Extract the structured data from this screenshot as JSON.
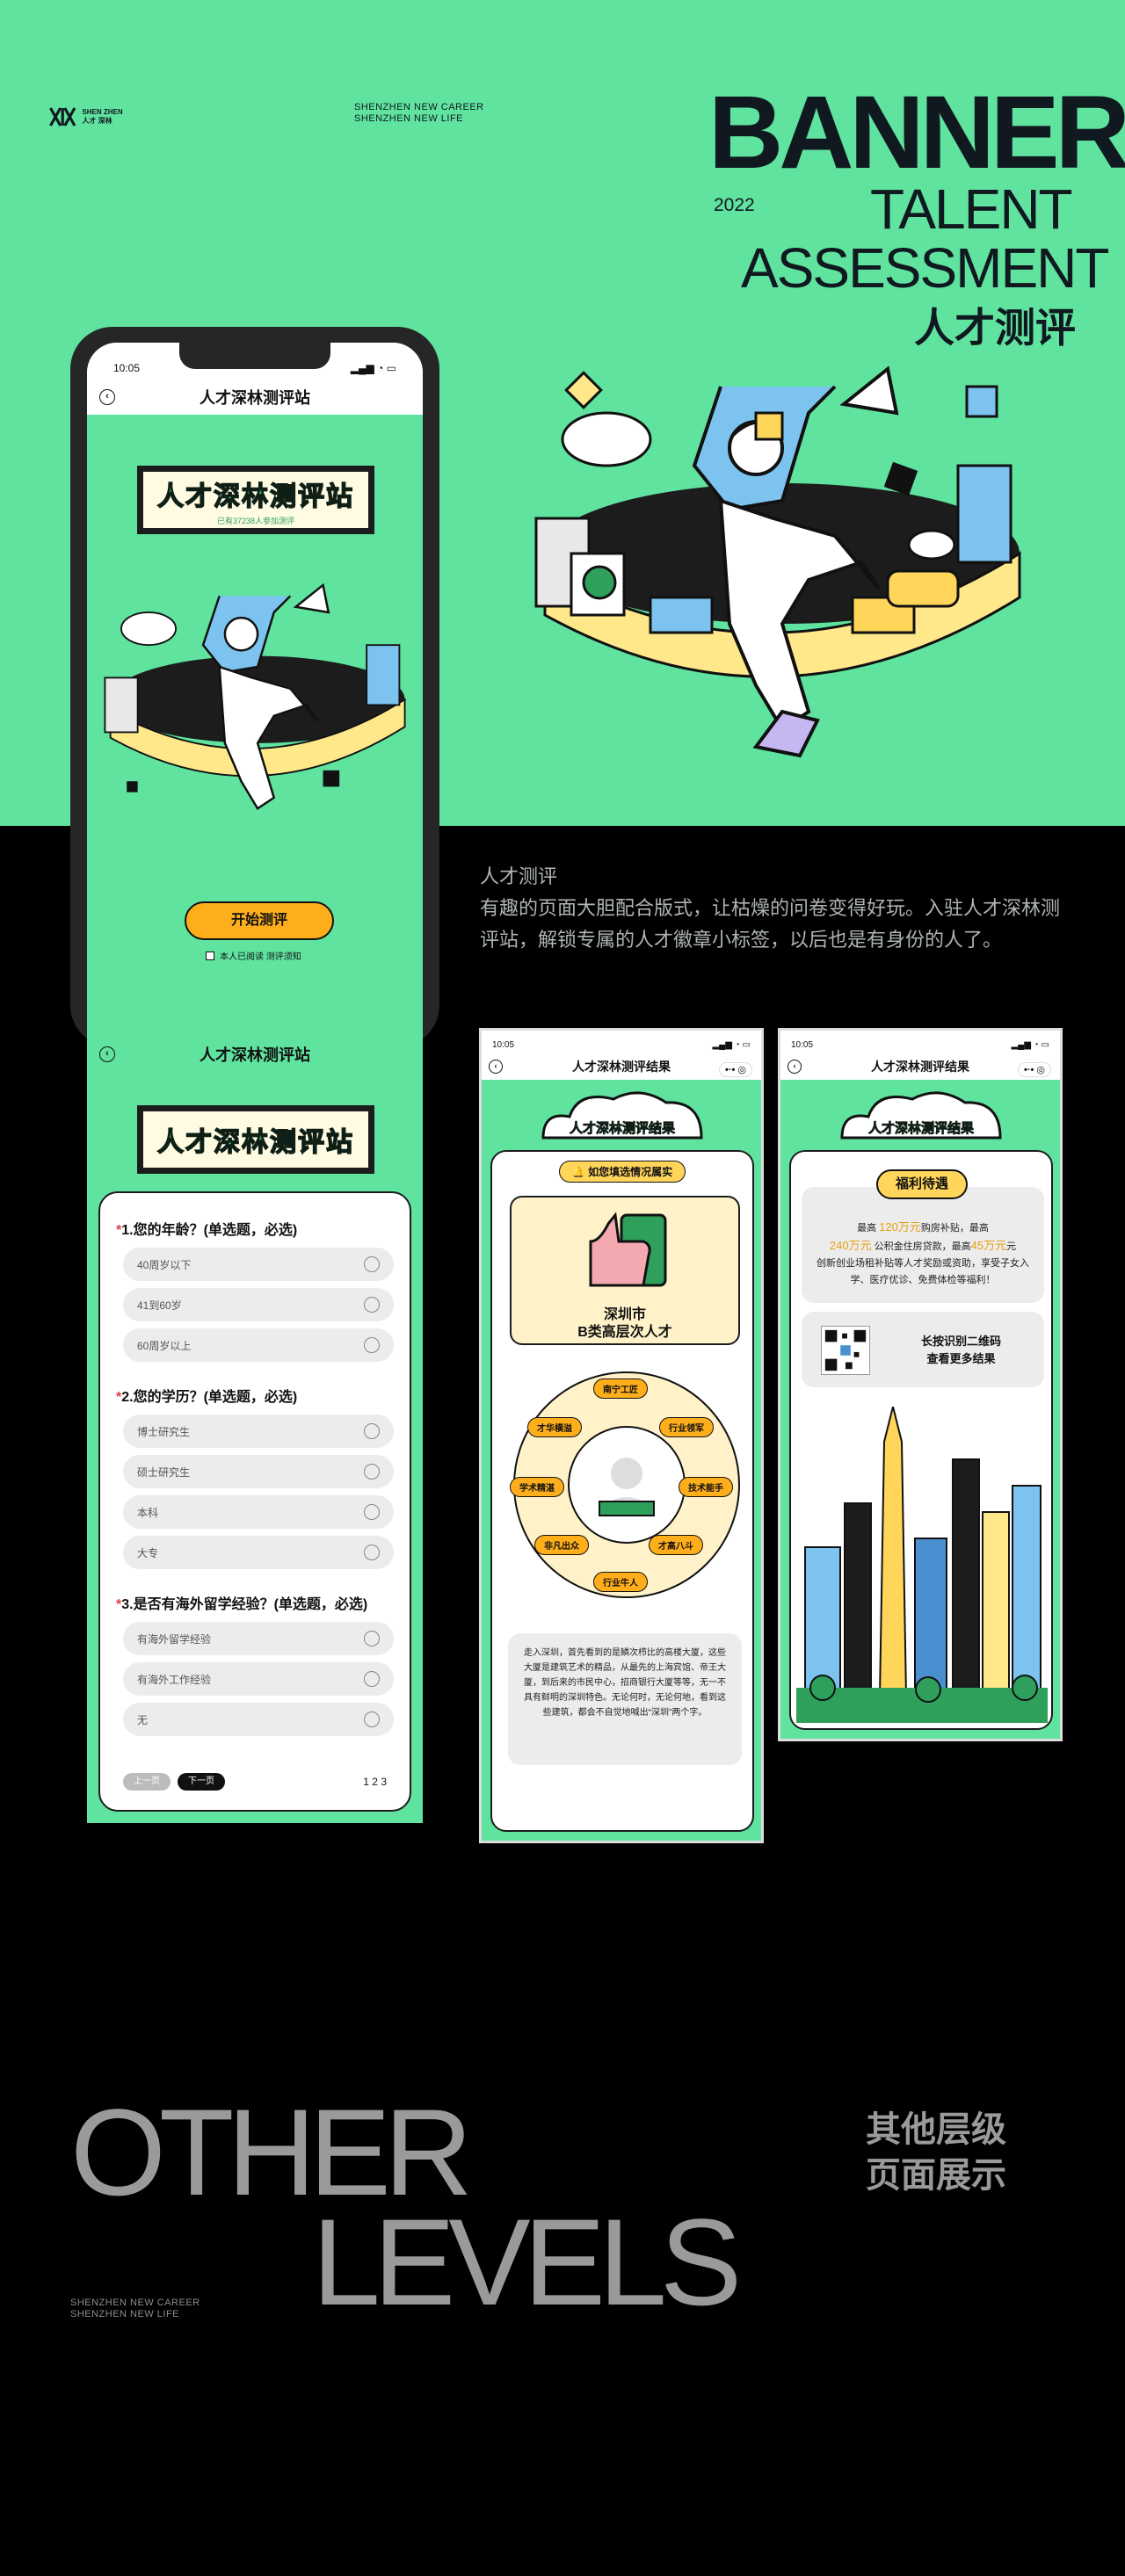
{
  "brand": {
    "logo_text": "SHEN ZHEN 人才 深林",
    "tagline_line1": "SHENZHEN NEW CAREER",
    "tagline_line2": "SHENZHEN NEW LIFE"
  },
  "header": {
    "banner": "BANNER",
    "year": "2022",
    "talent": "TALENT",
    "assessment": "ASSESSMENT",
    "cn_title": "人才测评"
  },
  "description": {
    "title": "人才测评",
    "body": "有趣的页面大胆配合版式，让枯燥的问卷变得好玩。入驻人才深林测评站，解锁专属的人才徽章小标签，以后也是有身份的人了。"
  },
  "phone_main": {
    "time": "10:05",
    "nav_title": "人才深林测评站",
    "sign_title": "人才深林测评站",
    "sign_sub": "已有37238人参加测评",
    "start_button": "开始测评",
    "agree_text": "本人已阅读 测评须知"
  },
  "phone_question": {
    "nav_title": "人才深林测评站",
    "sign_title": "人才深林测评站",
    "questions": [
      {
        "num": "*",
        "title": "1.您的年龄？(单选题，必选)",
        "options": [
          "40周岁以下",
          "41到60岁",
          "60周岁以上"
        ]
      },
      {
        "num": "*",
        "title": "2.您的学历？(单选题，必选)",
        "options": [
          "博士研究生",
          "硕士研究生",
          "本科",
          "大专"
        ]
      },
      {
        "num": "*",
        "title": "3.是否有海外留学经验？(单选题，必选)",
        "options": [
          "有海外留学经验",
          "有海外工作经验",
          "无"
        ]
      }
    ],
    "prev": "上一页",
    "next": "下一页",
    "pages": "1 2 3"
  },
  "phone_result": {
    "time": "10:05",
    "nav_title": "人才深林测评结果",
    "cloud_title": "人才深林测评结果",
    "notice": "如您填选情况属实",
    "city_line1": "深圳市",
    "city_line2": "B类高层次人才",
    "tags": [
      "南宁工匠",
      "才华横溢",
      "行业领军",
      "学术精湛",
      "技术能手",
      "非凡出众",
      "才高八斗",
      "行业牛人"
    ],
    "paragraph": "走入深圳，首先看到的是鳞次栉比的高楼大厦，这些大厦是建筑艺术的精品，从最先的上海宾馆、帝王大厦，到后来的市民中心，招商银行大厦等等，无一不具有鲜明的深圳特色。无论何时，无论何地，看到这些建筑，都会不自觉地喊出“深圳”两个字。"
  },
  "phone_welfare": {
    "time": "10:05",
    "nav_title": "人才深林测评结果",
    "cloud_title": "人才深林测评结果",
    "welfare_title": "福利待遇",
    "line1_a": "最高",
    "line1_b": "120万元",
    "line1_c": "购房补贴，最高",
    "line2_a": "240万元",
    "line2_b": "公积金住房贷款，最高",
    "line2_c": "45万元",
    "line2_d": "元",
    "line3": "创新创业场租补贴等人才奖励或资助，享受子女入学、医疗优诊、免费体检等福利！",
    "qr_text1": "长按识别二维码",
    "qr_text2": "查看更多结果"
  },
  "footer": {
    "other": "OTHER",
    "levels": "LEVELS",
    "tag1": "SHENZHEN NEW CAREER",
    "tag2": "SHENZHEN NEW LIFE",
    "cn1": "其他层级",
    "cn2": "页面展示"
  }
}
